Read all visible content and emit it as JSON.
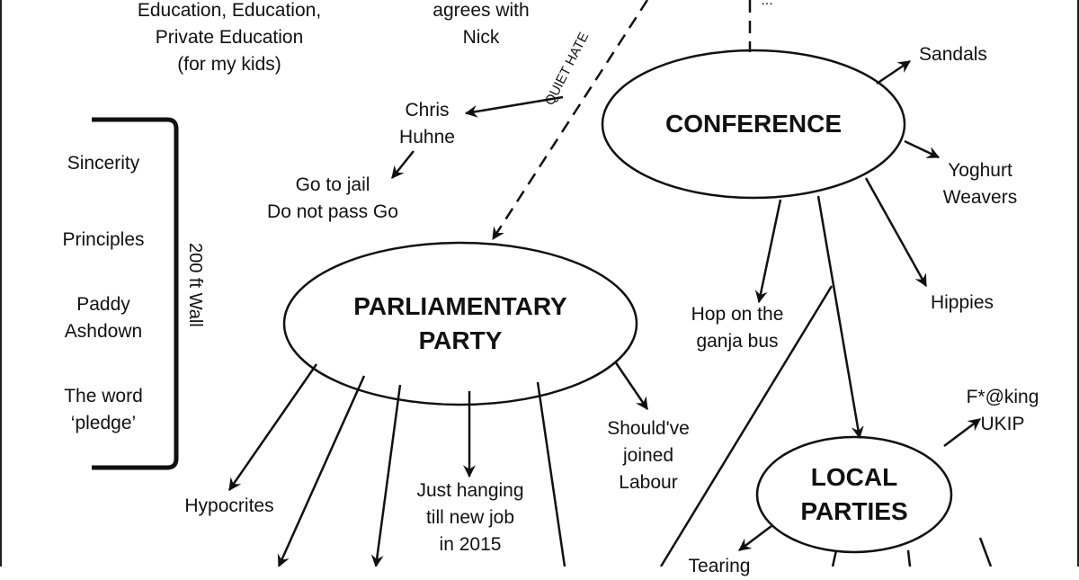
{
  "diagram": {
    "nodes": {
      "conference": "CONFERENCE",
      "parliamentary_party": "PARLIAMENTARY\nPARTY",
      "local_parties": "LOCAL\nPARTIES"
    },
    "labels": {
      "education": "Education, Education,\nPrivate Education\n(for my kids)",
      "agrees_with_nick": "agrees with\nNick",
      "chris_huhne": "Chris\nHuhne",
      "go_to_jail": "Go to jail\nDo not pass Go",
      "sandals": "Sandals",
      "yoghurt_weavers": "Yoghurt\nWeavers",
      "hippies": "Hippies",
      "hop_on_ganja_bus": "Hop on the\nganja bus",
      "hypocrites": "Hypocrites",
      "just_hanging": "Just hanging\ntill new job\nin 2015",
      "shouldve_joined_labour": "Should've\njoined\nLabour",
      "fking_ukip": "F*@king\nUKIP",
      "tearing": "Tearing",
      "ellipsis": "..."
    },
    "wall": {
      "label": "200 ft Wall",
      "items": [
        "Sincerity",
        "Principles",
        "Paddy\nAshdown",
        "The word\n‘pledge’"
      ]
    },
    "edge_labels": {
      "quiet_hate": "QUIET HATE"
    },
    "colors": {
      "ink": "#111111",
      "background": "#ffffff"
    }
  }
}
